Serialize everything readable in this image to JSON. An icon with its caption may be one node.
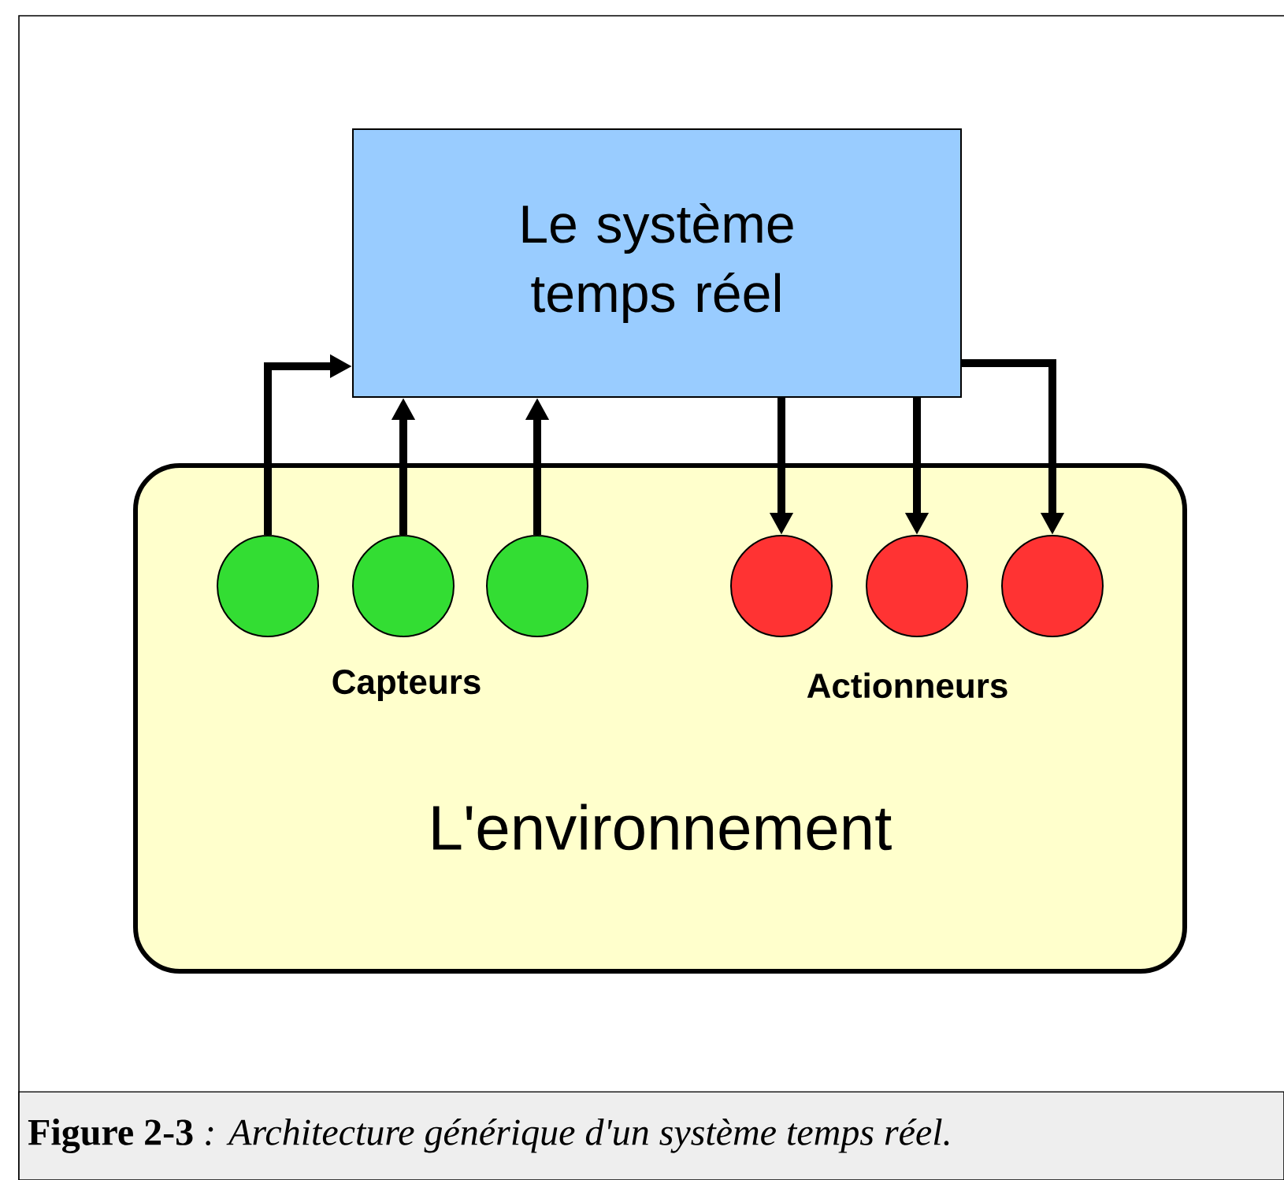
{
  "diagram": {
    "caption": "**Figure 2-3** *: Architecture générique d'un système temps réel.*",
    "nodes": [
      {
        "text": [
          "Le système temps réel"
        ]
      },
      {
        "text": [
          "L'environnement"
        ]
      },
      {
        "text": [],
        "shape": "circle",
        "in": 1
      },
      {
        "text": [],
        "shape": "circle",
        "in": 1
      },
      {
        "text": [],
        "shape": "circle",
        "in": 1
      },
      {
        "text": [],
        "shape": "circle",
        "in": 1
      },
      {
        "text": [],
        "shape": "circle",
        "in": 1
      },
      {
        "text": [],
        "shape": "circle",
        "in": 1
      }
    ],
    "edges": [
      {
        "from": 2,
        "to": 0,
        "arrow": "to"
      },
      {
        "from": 3,
        "to": 0,
        "arrow": "to"
      },
      {
        "from": 4,
        "to": 0,
        "arrow": "to"
      },
      {
        "from": 0,
        "to": 5,
        "arrow": "to"
      },
      {
        "from": 0,
        "to": 6,
        "arrow": "to"
      },
      {
        "from": 0,
        "to": 7,
        "arrow": "to"
      }
    ],
    "labels": [
      "Capteurs",
      "Actionneurs"
    ]
  }
}
